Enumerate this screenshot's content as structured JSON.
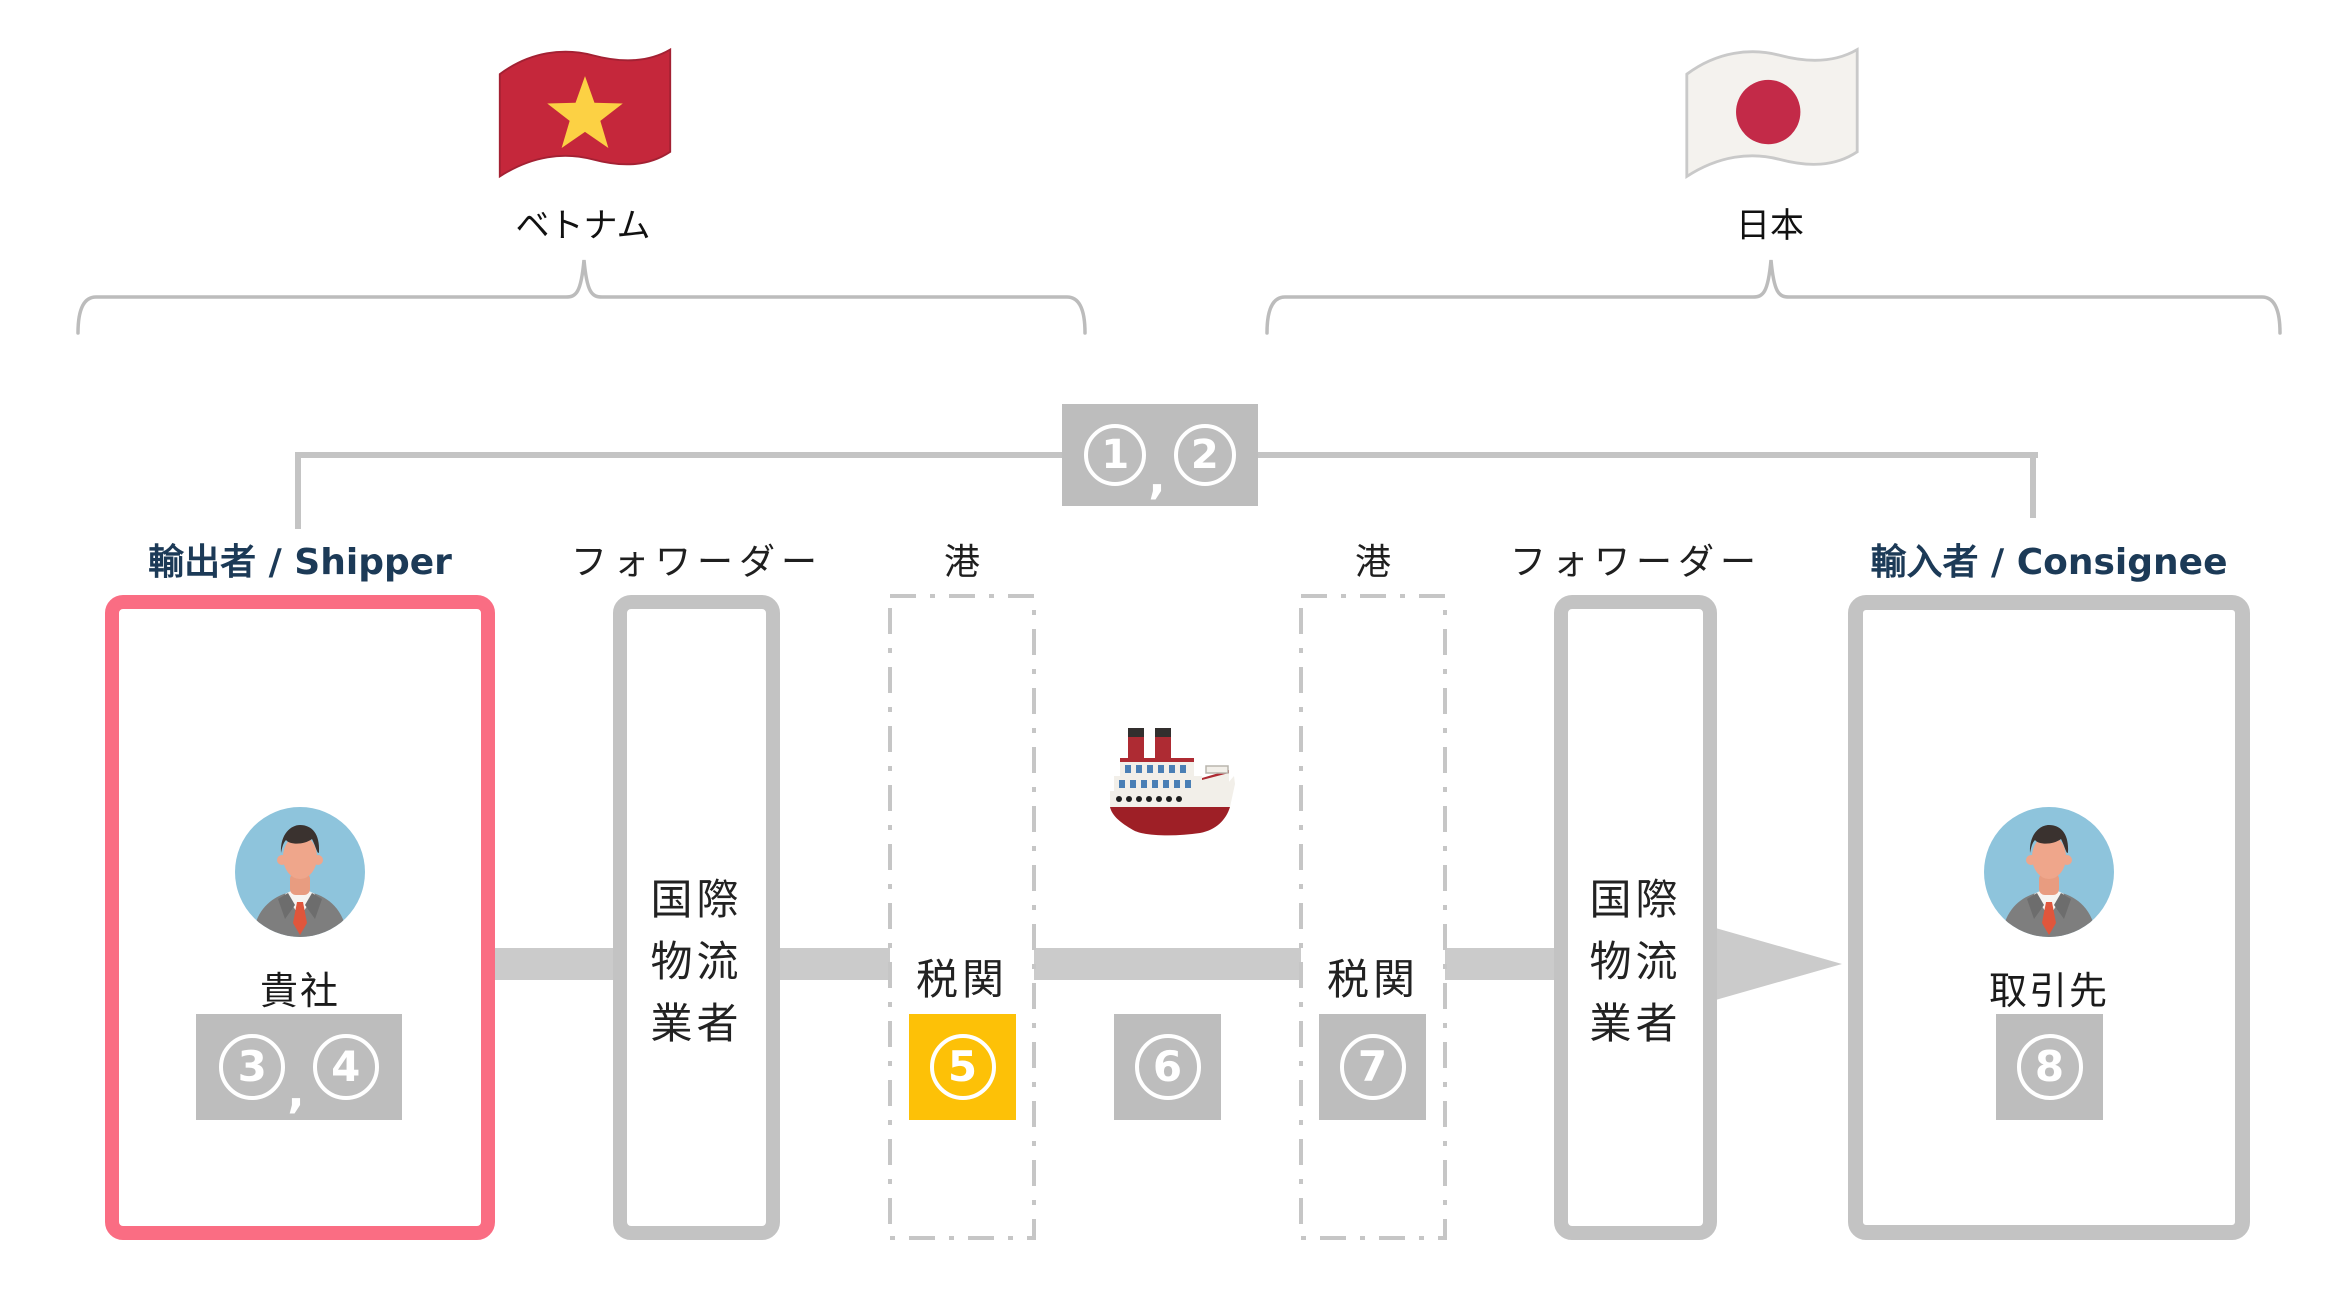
{
  "countries": {
    "vietnam": {
      "label": "ベトナム"
    },
    "japan": {
      "label": "日本"
    }
  },
  "connector": {
    "numbers": [
      "1",
      "2"
    ]
  },
  "columns": {
    "shipper": {
      "title": "輸出者 / Shipper",
      "person": "貴社",
      "numbers": [
        "3",
        "4"
      ]
    },
    "forwarder_vn": {
      "title": "フォワーダー",
      "lines": [
        "国際",
        "物流",
        "業者"
      ]
    },
    "port_vn": {
      "title": "港",
      "content": "税関",
      "numbers": [
        "5"
      ]
    },
    "transit": {
      "numbers": [
        "6"
      ]
    },
    "port_jp": {
      "title": "港",
      "content": "税関",
      "numbers": [
        "7"
      ]
    },
    "forwarder_jp": {
      "title": "フォワーダー",
      "lines": [
        "国際",
        "物流",
        "業者"
      ]
    },
    "consignee": {
      "title": "輸入者 / Consignee",
      "person": "取引先",
      "numbers": [
        "8"
      ]
    }
  },
  "colors": {
    "highlight_border": "#fa6d83",
    "box_border": "#c3c3c3",
    "flow_band": "#cbcbcb",
    "badge_gray": "#bdbdbd",
    "badge_active": "#fdc107",
    "navy_label": "#1c3a57"
  }
}
